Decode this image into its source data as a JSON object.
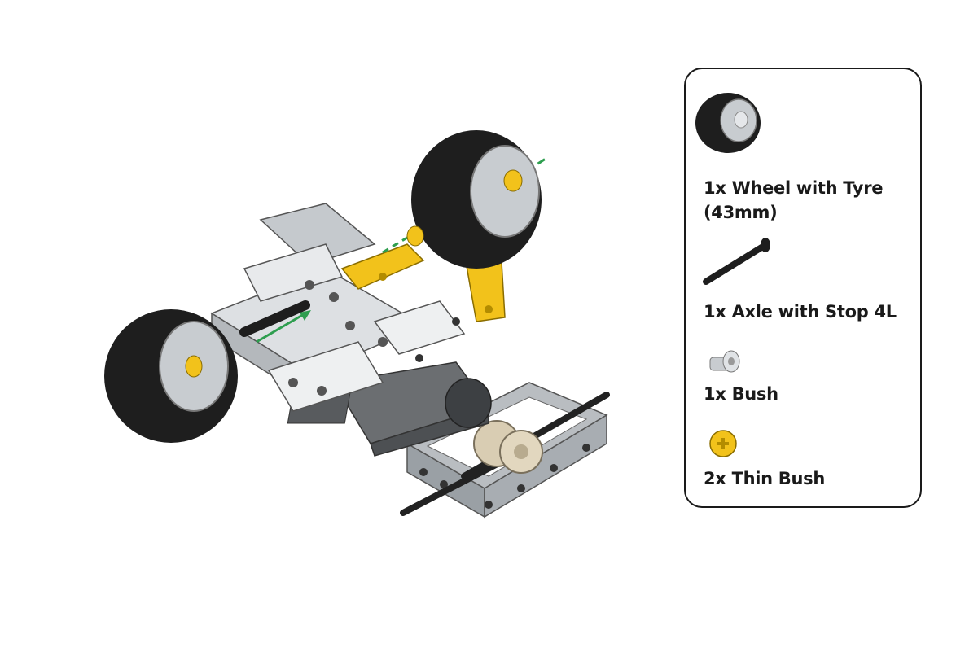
{
  "parts": [
    {
      "id": "wheel",
      "qty_label": "1x Wheel with Tyre",
      "label_line2": "(43mm)",
      "icon": "wheel-with-tyre-icon"
    },
    {
      "id": "axle",
      "qty_label": "1x Axle with Stop 4L",
      "icon": "axle-with-stop-icon"
    },
    {
      "id": "bush",
      "qty_label": "1x Bush",
      "icon": "bush-icon"
    },
    {
      "id": "thin_bush",
      "qty_label": "2x Thin Bush",
      "icon": "thin-bush-icon"
    }
  ],
  "colors": {
    "tyre": "#1e1e1e",
    "rim": "#c8ccd0",
    "light_gray": "#d4d7da",
    "dark_gray": "#8c9196",
    "yellow": "#f2c21b",
    "black": "#222222",
    "tan": "#d9cdb3",
    "green_arrow": "#2e9e4f"
  }
}
